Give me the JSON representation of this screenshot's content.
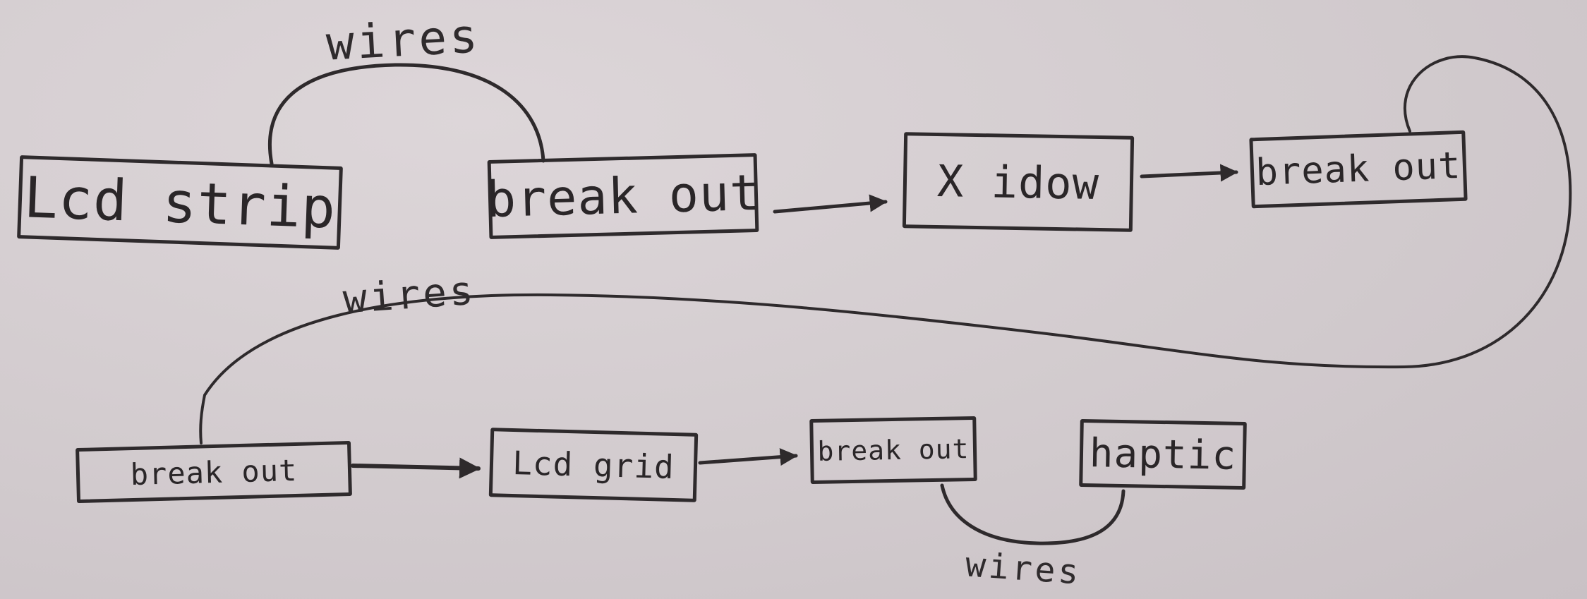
{
  "diagram": {
    "nodes": [
      {
        "id": "n1",
        "label": "Lcd strip"
      },
      {
        "id": "n2",
        "label": "break out"
      },
      {
        "id": "n3",
        "label": "X idow"
      },
      {
        "id": "n4",
        "label": "break out"
      },
      {
        "id": "n5",
        "label": "break out"
      },
      {
        "id": "n6",
        "label": "Lcd grid"
      },
      {
        "id": "n7",
        "label": "break out"
      },
      {
        "id": "n8",
        "label": "haptic"
      }
    ],
    "edges": [
      {
        "from": "n1",
        "to": "n2",
        "label": "wires",
        "style": "curve-wire"
      },
      {
        "from": "n2",
        "to": "n3",
        "label": "",
        "style": "arrow"
      },
      {
        "from": "n3",
        "to": "n4",
        "label": "",
        "style": "arrow"
      },
      {
        "from": "n4",
        "to": "n5",
        "label": "wires",
        "style": "curve-wire"
      },
      {
        "from": "n5",
        "to": "n6",
        "label": "",
        "style": "arrow"
      },
      {
        "from": "n6",
        "to": "n7",
        "label": "",
        "style": "arrow"
      },
      {
        "from": "n7",
        "to": "n8",
        "label": "wires",
        "style": "curve-wire"
      }
    ],
    "colors": {
      "ink": "#2e2a2c",
      "board": "#d4cdd0"
    }
  }
}
